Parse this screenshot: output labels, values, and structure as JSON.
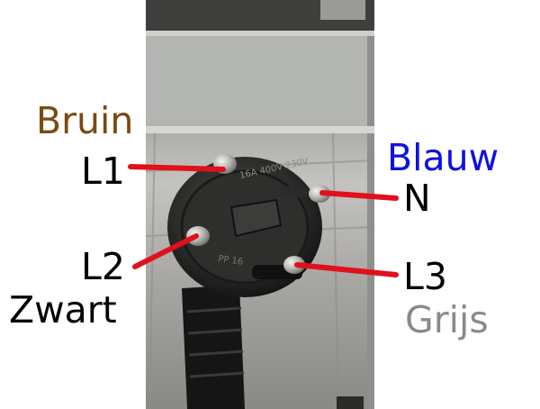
{
  "labels": {
    "bruin": "Bruin",
    "l1": "L1",
    "blauw": "Blauw",
    "n": "N",
    "l2": "L2",
    "zwart": "Zwart",
    "l3": "L3",
    "grijs": "Grijs"
  },
  "photo_text": {
    "rating": "16A 400V 230V",
    "mark": "PP 16"
  },
  "colors": {
    "bruin": "#7a4a10",
    "blauw": "#1010e0",
    "grijs": "#8a8a8a",
    "text": "#000000",
    "lead": "#e0101c"
  }
}
